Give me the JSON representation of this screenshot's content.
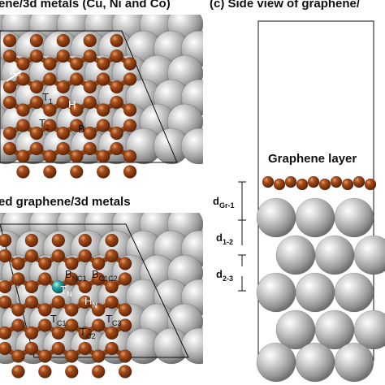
{
  "titles": {
    "top_left": "ene/3d metals (Cu, Ni and Co)",
    "bottom_left": "ed graphene/3d metals",
    "right": "(c) Side view of graphene/"
  },
  "panel_a_labels": {
    "t1": "T",
    "t1_sub": "1",
    "t2": "T",
    "t2_sub": "2",
    "h": "H",
    "b": "B",
    "gr_sub": "Gr"
  },
  "panel_b_labels": {
    "tn": "T",
    "tn_sub": "N",
    "bnc1": "B",
    "bnc1_sub": "NC1",
    "bc1c2": "B",
    "bc1c2_sub": "C1C2",
    "hn": "H",
    "hn_sub": "N",
    "tc1": "T",
    "tc1_sub": "C1",
    "tc2": "T",
    "tc2_sub": "C2",
    "tc3": "T",
    "tc3_sub": "C3"
  },
  "side_view": {
    "graphene_label": "Graphene  layer",
    "d_gr1": "d",
    "d_gr1_sub": "Gr-1",
    "d_12": "d",
    "d_12_sub": "1-2",
    "d_23": "d",
    "d_23_sub": "2-3"
  },
  "colors": {
    "carbon": "#8a3d12",
    "metal": "#b5b5b5",
    "nitrogen": "#1a8c8c",
    "bond": "#7a3510"
  }
}
